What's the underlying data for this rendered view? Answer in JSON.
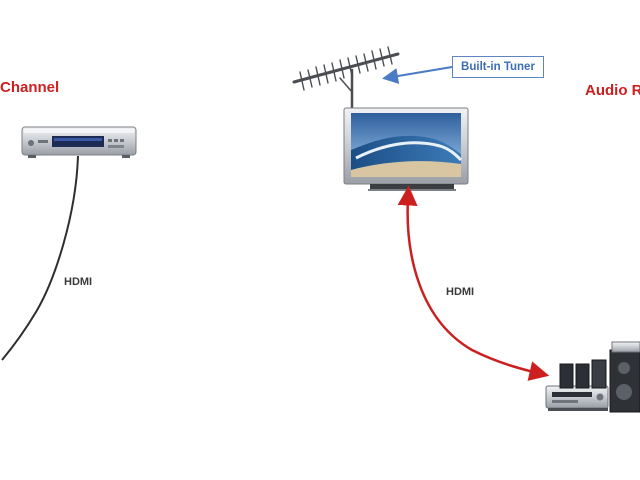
{
  "labels": {
    "left_title": "Channel",
    "right_title": "Audio R",
    "tuner": "Built-in Tuner",
    "hdmi_left": "HDMI",
    "hdmi_right": "HDMI"
  },
  "colors": {
    "title_red": "#cc1f1f",
    "return_cable_red": "#cc2020",
    "tuner_blue": "#3d6cb8",
    "cable_dark": "#2e2e2e"
  },
  "icons": {
    "player": "dvd-player-icon",
    "antenna": "tv-antenna-icon",
    "tv": "flat-tv-icon",
    "stereo": "home-theater-receiver-icon"
  }
}
